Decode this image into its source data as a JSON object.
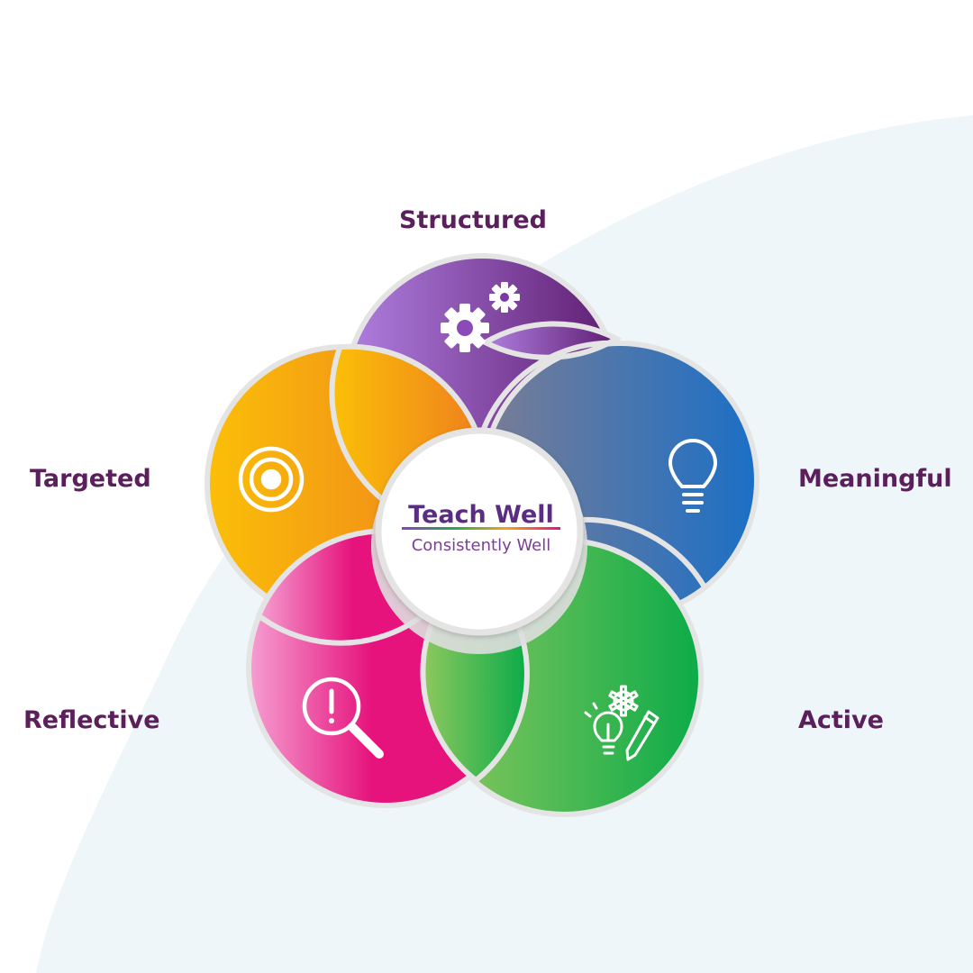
{
  "labels": {
    "structured": "Structured",
    "targeted": "Targeted",
    "meaningful": "Meaningful",
    "reflective": "Reflective",
    "active": "Active"
  },
  "center": {
    "title": "Teach Well",
    "subtitle": "Consistently Well"
  },
  "icons": {
    "structured": "gears-icon",
    "targeted": "target-icon",
    "meaningful": "lightbulb-icon",
    "reflective": "magnifier-exclamation-icon",
    "active": "ideas-bulb-pencil-icon"
  },
  "colors": {
    "label_text": "#5b1f5c",
    "title_text": "#5a2d82",
    "subtitle_text": "#7c3f98",
    "background_arc": "#eef6f9",
    "ring": "#e4e4e4",
    "purple": [
      "#b07fe0",
      "#5d1c70"
    ],
    "blue": [
      "#7a7d95",
      "#1b6fc6"
    ],
    "green": [
      "#8ec85e",
      "#0cab49"
    ],
    "pink": [
      "#f59fd2",
      "#e6137c"
    ],
    "orange": [
      "#fbbf08",
      "#ee7e1e"
    ],
    "underline": [
      "#8a3fc4",
      "#2aa84a",
      "#f5a21a",
      "#e6137c"
    ]
  }
}
